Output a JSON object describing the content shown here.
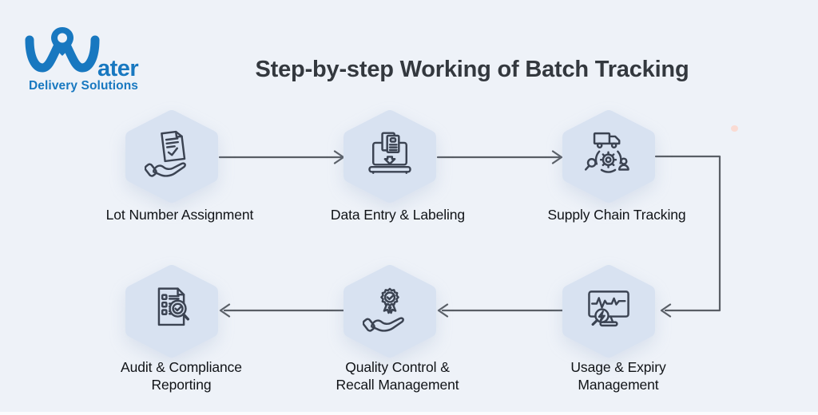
{
  "background_color": "#eef2f8",
  "logo": {
    "mark": "location-pin-w-icon",
    "brand_word_rest": "ater",
    "tagline": "Delivery Solutions",
    "brand_color": "#1878c0"
  },
  "title": "Step-by-step Working of Batch Tracking",
  "diagram": {
    "node_fill": "#d8e2f1",
    "icon_stroke": "#3b4352",
    "arrow_color": "#595e65",
    "steps": [
      {
        "order": 1,
        "label": "Lot Number Assignment",
        "icon": "document-in-hand-icon",
        "row": "top"
      },
      {
        "order": 2,
        "label": "Data Entry & Labeling",
        "icon": "laptop-upload-document-icon",
        "row": "top"
      },
      {
        "order": 3,
        "label": "Supply Chain Tracking",
        "icon": "truck-gear-network-icon",
        "row": "top"
      },
      {
        "order": 4,
        "label": "Usage & Expiry Management",
        "icon": "monitor-pulse-magnifier-icon",
        "row": "bottom"
      },
      {
        "order": 5,
        "label": "Quality Control & Recall Management",
        "icon": "award-badge-in-hand-icon",
        "row": "bottom"
      },
      {
        "order": 6,
        "label": "Audit & Compliance Reporting",
        "icon": "checklist-magnifier-icon",
        "row": "bottom"
      }
    ],
    "flow": [
      "1→2",
      "2→3",
      "3→4",
      "4→5",
      "5→6"
    ]
  }
}
